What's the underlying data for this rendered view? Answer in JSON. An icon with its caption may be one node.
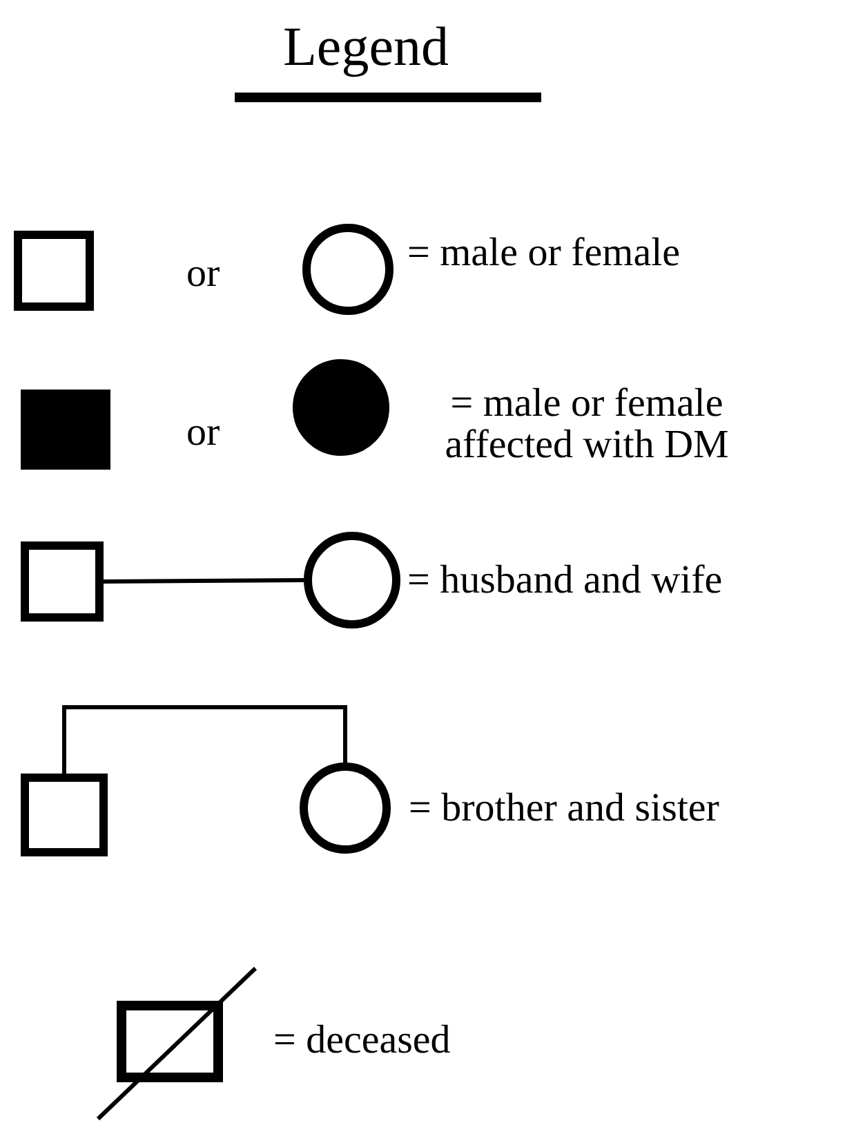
{
  "diagram": {
    "title": "Legend",
    "nodes": [
      {
        "text": [],
        "shape": "box"
      },
      {
        "text": [],
        "shape": "circle"
      },
      {
        "text": [],
        "shape": "box"
      },
      {
        "text": [],
        "shape": "circle"
      },
      {
        "text": [],
        "shape": "box"
      },
      {
        "text": [],
        "shape": "circle"
      },
      {
        "text": [],
        "shape": "box"
      },
      {
        "text": [],
        "shape": "circle"
      },
      {
        "text": [],
        "shape": "box"
      }
    ],
    "edges": [
      {
        "from": 4,
        "to": 5,
        "arrow": "none"
      },
      {
        "from": 6,
        "to": 7,
        "arrow": "none"
      }
    ],
    "labels": [
      "or",
      "= male or female",
      "or",
      "= male or female affected with DM",
      "= husband and wife",
      "= brother and sister",
      "= deceased"
    ]
  }
}
